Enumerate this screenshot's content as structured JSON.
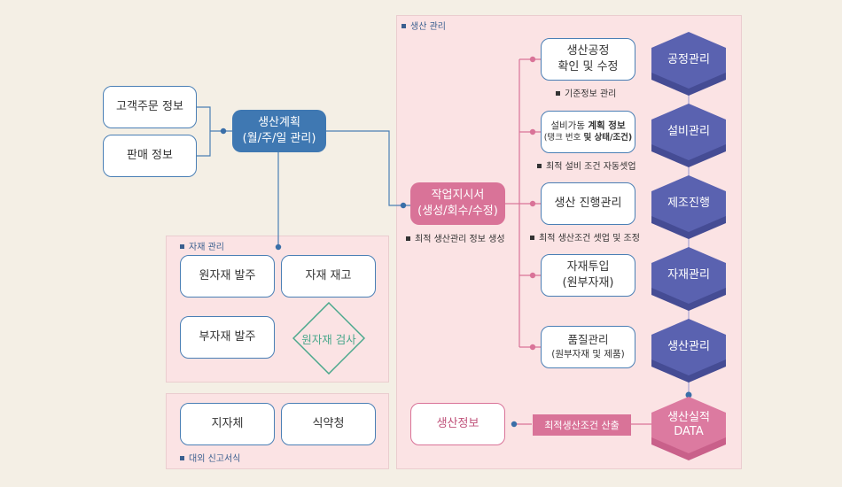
{
  "panels": {
    "production": {
      "label": "생산 관리"
    },
    "materials": {
      "label": "자재 관리"
    },
    "external": {
      "label": "대외 신고서식"
    }
  },
  "inputs": {
    "customer_order": "고객주문 정보",
    "sales_info": "판매 정보"
  },
  "plan": {
    "line1": "생산계획",
    "line2": "(월/주/일 관리)"
  },
  "work_order": {
    "line1": "작업지시서",
    "line2": "(생성/회수/수정)"
  },
  "work_order_note": "최적 생산관리 정보 생성",
  "materials": {
    "raw_order": "원자재 발주",
    "inventory": "자재 재고",
    "sub_order": "부자재 발주",
    "inspection": "원자재 검사"
  },
  "external": {
    "local_gov": "지자체",
    "food_agency": "식약청"
  },
  "process": [
    {
      "line1": "생산공정",
      "line2": "확인 및 수정",
      "note": "기준정보 관리"
    },
    {
      "line1a": "설비가동 ",
      "line1b": "계획 정보",
      "line2a": "(탱크 번호 ",
      "line2b": "및 상태/조건)",
      "note": "최적 설비 조건 자동셋업"
    },
    {
      "line1": "생산 진행관리",
      "note": "최적 생산조건 셋업 및 조정"
    },
    {
      "line1": "자재투입",
      "line2": "(원부자재)"
    },
    {
      "line1": "품질관리",
      "line2": "(원부자재 및 제품)"
    }
  ],
  "hexes": [
    "공정관리",
    "설비관리",
    "제조진행",
    "자재관리",
    "생산관리"
  ],
  "result": {
    "line1": "생산실적",
    "line2": "DATA"
  },
  "production_info": "생산정보",
  "optimal_tag": "최적생산조건 산출",
  "colors": {
    "blue": "#3f78b2",
    "pink": "#d97398",
    "hex": "#5a62b0",
    "hex_result": "#dc7aa0",
    "green": "#4aa88c"
  }
}
